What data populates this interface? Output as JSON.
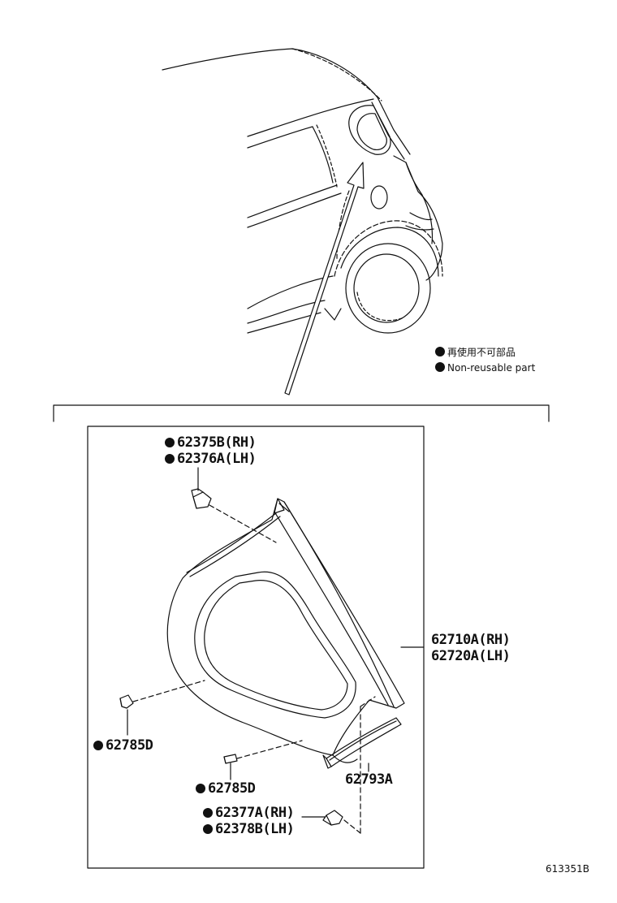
{
  "legend": {
    "line1": "再使用不可部品",
    "line2": "Non-reusable part"
  },
  "parts": {
    "retainer_upper_rh": "62375B(RH)",
    "retainer_upper_lh": "62376A(LH)",
    "garnish_rh": "62710A(RH)",
    "garnish_lh": "62720A(LH)",
    "clip_left": "62785D",
    "clip_center": "62785D",
    "pad": "62793A",
    "retainer_lower_rh": "62377A(RH)",
    "retainer_lower_lh": "62378B(LH)"
  },
  "reference_code": "613351B",
  "colors": {
    "line": "#111111",
    "background": "#ffffff"
  }
}
